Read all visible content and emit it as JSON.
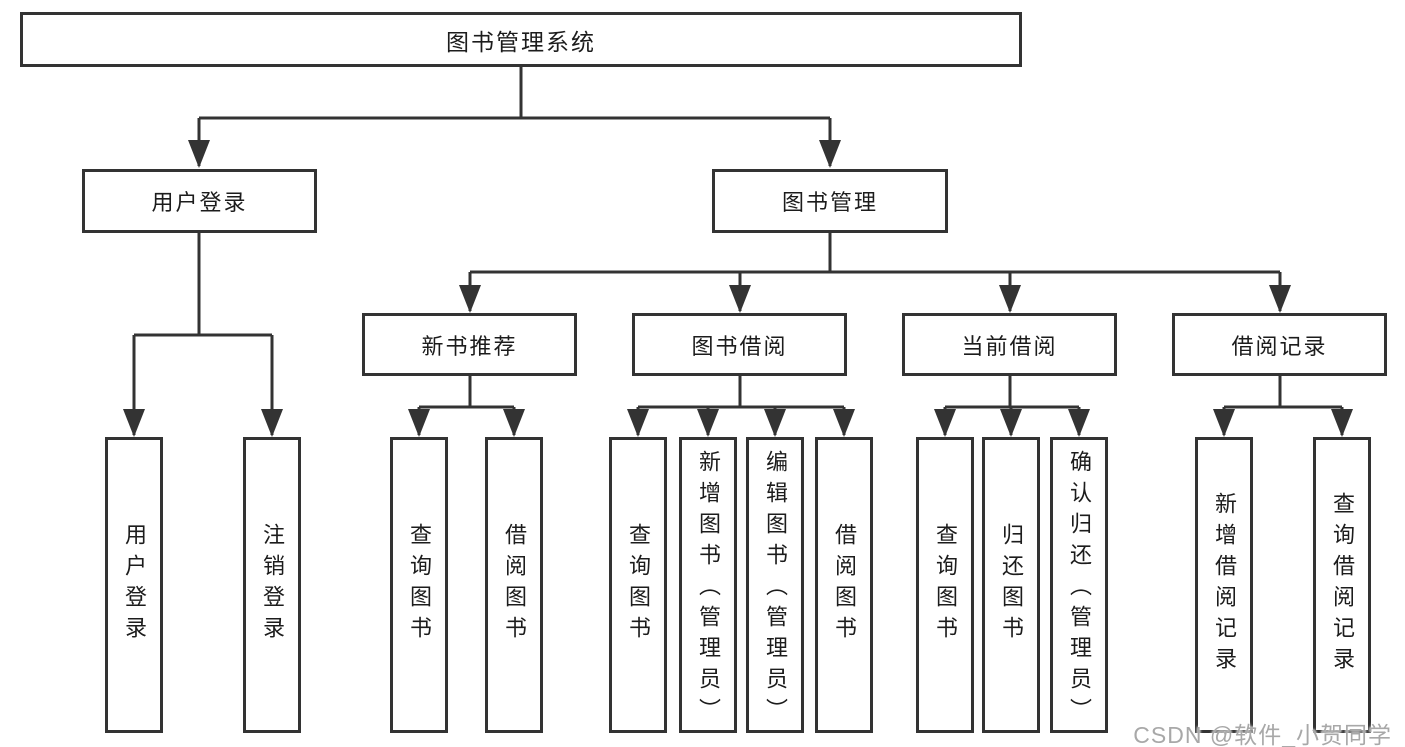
{
  "watermark": "CSDN @软件_小贺同学",
  "colors": {
    "line": "#333333",
    "text": "#1c1c1c",
    "watermark": "#a8a8a8",
    "background": "#ffffff"
  },
  "tree": {
    "root": {
      "label": "图书管理系统"
    },
    "level2": [
      {
        "label": "用户登录",
        "children": [
          {
            "label": "用户登录"
          },
          {
            "label": "注销登录"
          }
        ]
      },
      {
        "label": "图书管理",
        "children": [
          {
            "label": "新书推荐",
            "children": [
              {
                "label": "查询图书"
              },
              {
                "label": "借阅图书"
              }
            ]
          },
          {
            "label": "图书借阅",
            "children": [
              {
                "label": "查询图书"
              },
              {
                "label": "新增图书（管理员）"
              },
              {
                "label": "编辑图书（管理员）"
              },
              {
                "label": "借阅图书"
              }
            ]
          },
          {
            "label": "当前借阅",
            "children": [
              {
                "label": "查询图书"
              },
              {
                "label": "归还图书"
              },
              {
                "label": "确认归还（管理员）"
              }
            ]
          },
          {
            "label": "借阅记录",
            "children": [
              {
                "label": "新增借阅记录"
              },
              {
                "label": "查询借阅记录"
              }
            ]
          }
        ]
      }
    ]
  }
}
